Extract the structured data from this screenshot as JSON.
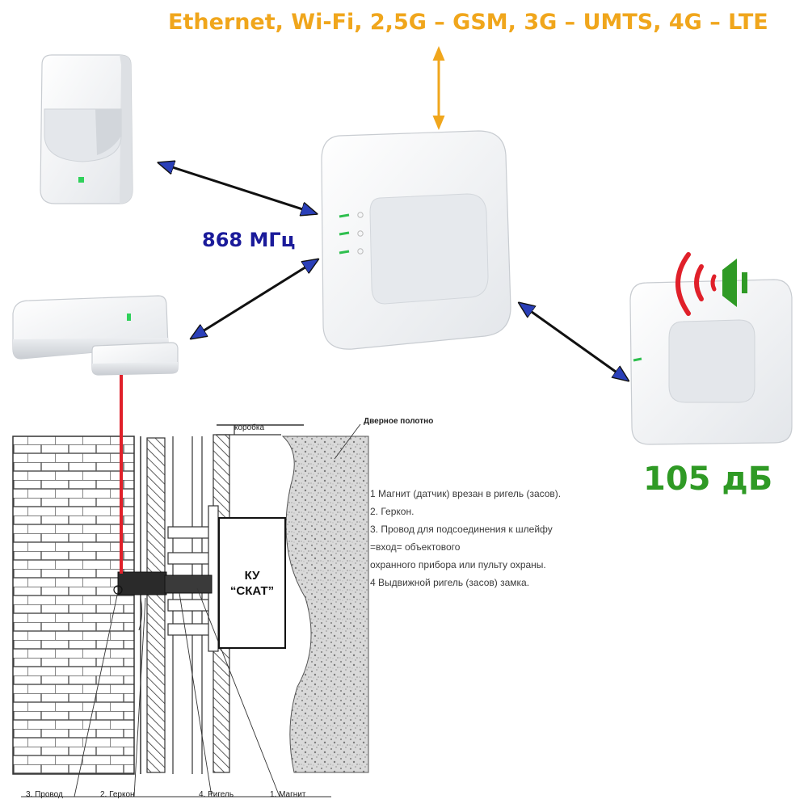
{
  "header": {
    "connectivity": "Ethernet, Wi-Fi, 2,5G – GSM, 3G – UMTS, 4G – LTE"
  },
  "radio": {
    "frequency": "868 МГц"
  },
  "siren": {
    "volume": "105 дБ"
  },
  "diagram": {
    "box_label": "коробка",
    "door_label": "Дверное полотно",
    "ku_line1": "КУ",
    "ku_line2": "“СКАТ”",
    "notes": [
      "1 Магнит (датчик) врезан в ригель (засов).",
      "2. Геркон.",
      "3. Провод для подсоединения к шлейфу",
      "=вход= объектового",
      "охранного прибора или пульту охраны.",
      "4 Выдвижной ригель (засов) замка."
    ],
    "bottom_labels": {
      "wire": "3. Провод",
      "reed": "2. Геркон",
      "bolt": "4. Ригель",
      "magnet": "1. Магнит"
    }
  },
  "colors": {
    "orange": "#f0a61c",
    "navy": "#1b1b9a",
    "green": "#2f9a25",
    "wire_red": "#e0202a",
    "arrow_blue": "#2a3fb8"
  }
}
